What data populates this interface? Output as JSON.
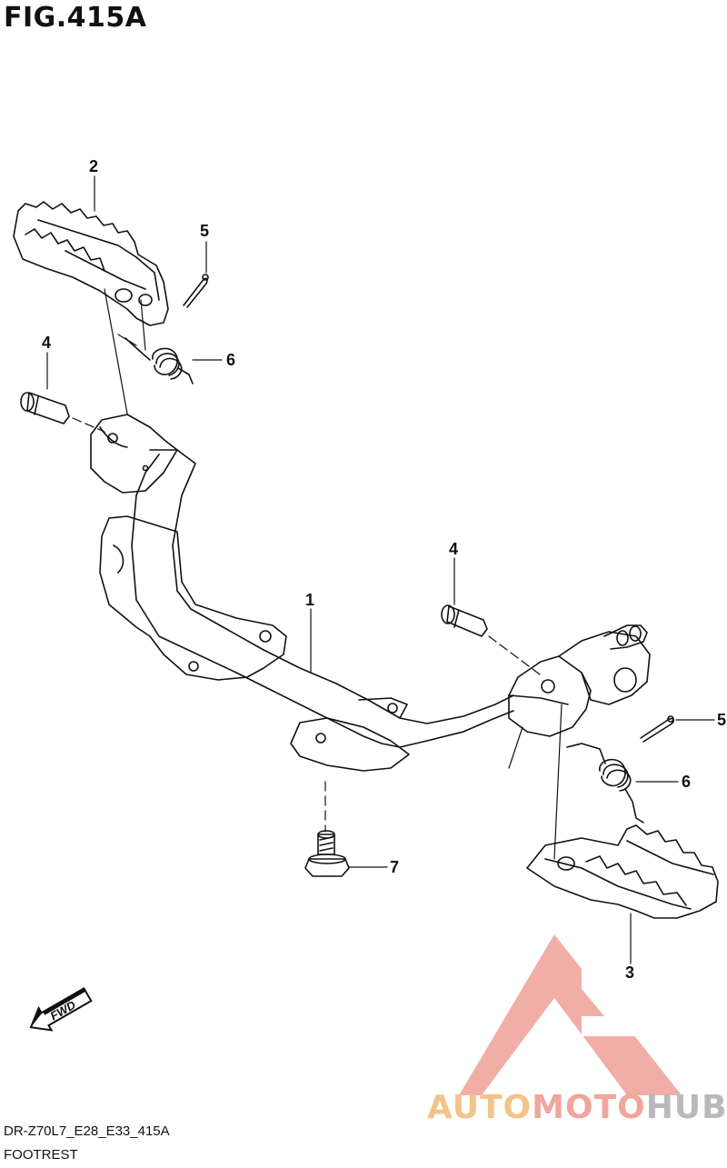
{
  "header": {
    "title": "FIG.415A"
  },
  "callouts": {
    "frame": "1",
    "footrest_left": "2",
    "footrest_right": "3",
    "pin_upper": "4",
    "pin_lower": "4",
    "cotter_upper": "5",
    "cotter_lower": "5",
    "spring_upper": "6",
    "spring_lower": "6",
    "bolt": "7"
  },
  "direction": {
    "label": "FWD"
  },
  "footer": {
    "code": "DR-Z70L7_E28_E33_415A",
    "name": "FOOTREST"
  },
  "watermark": {
    "part1": "AUTO",
    "part2": "MOTO",
    "part3": "HUB"
  },
  "colors": {
    "line": "#111111",
    "watermark_red": "#f0a59d",
    "watermark_orange": "#f3c38a",
    "watermark_gray": "#b9b9b9"
  }
}
